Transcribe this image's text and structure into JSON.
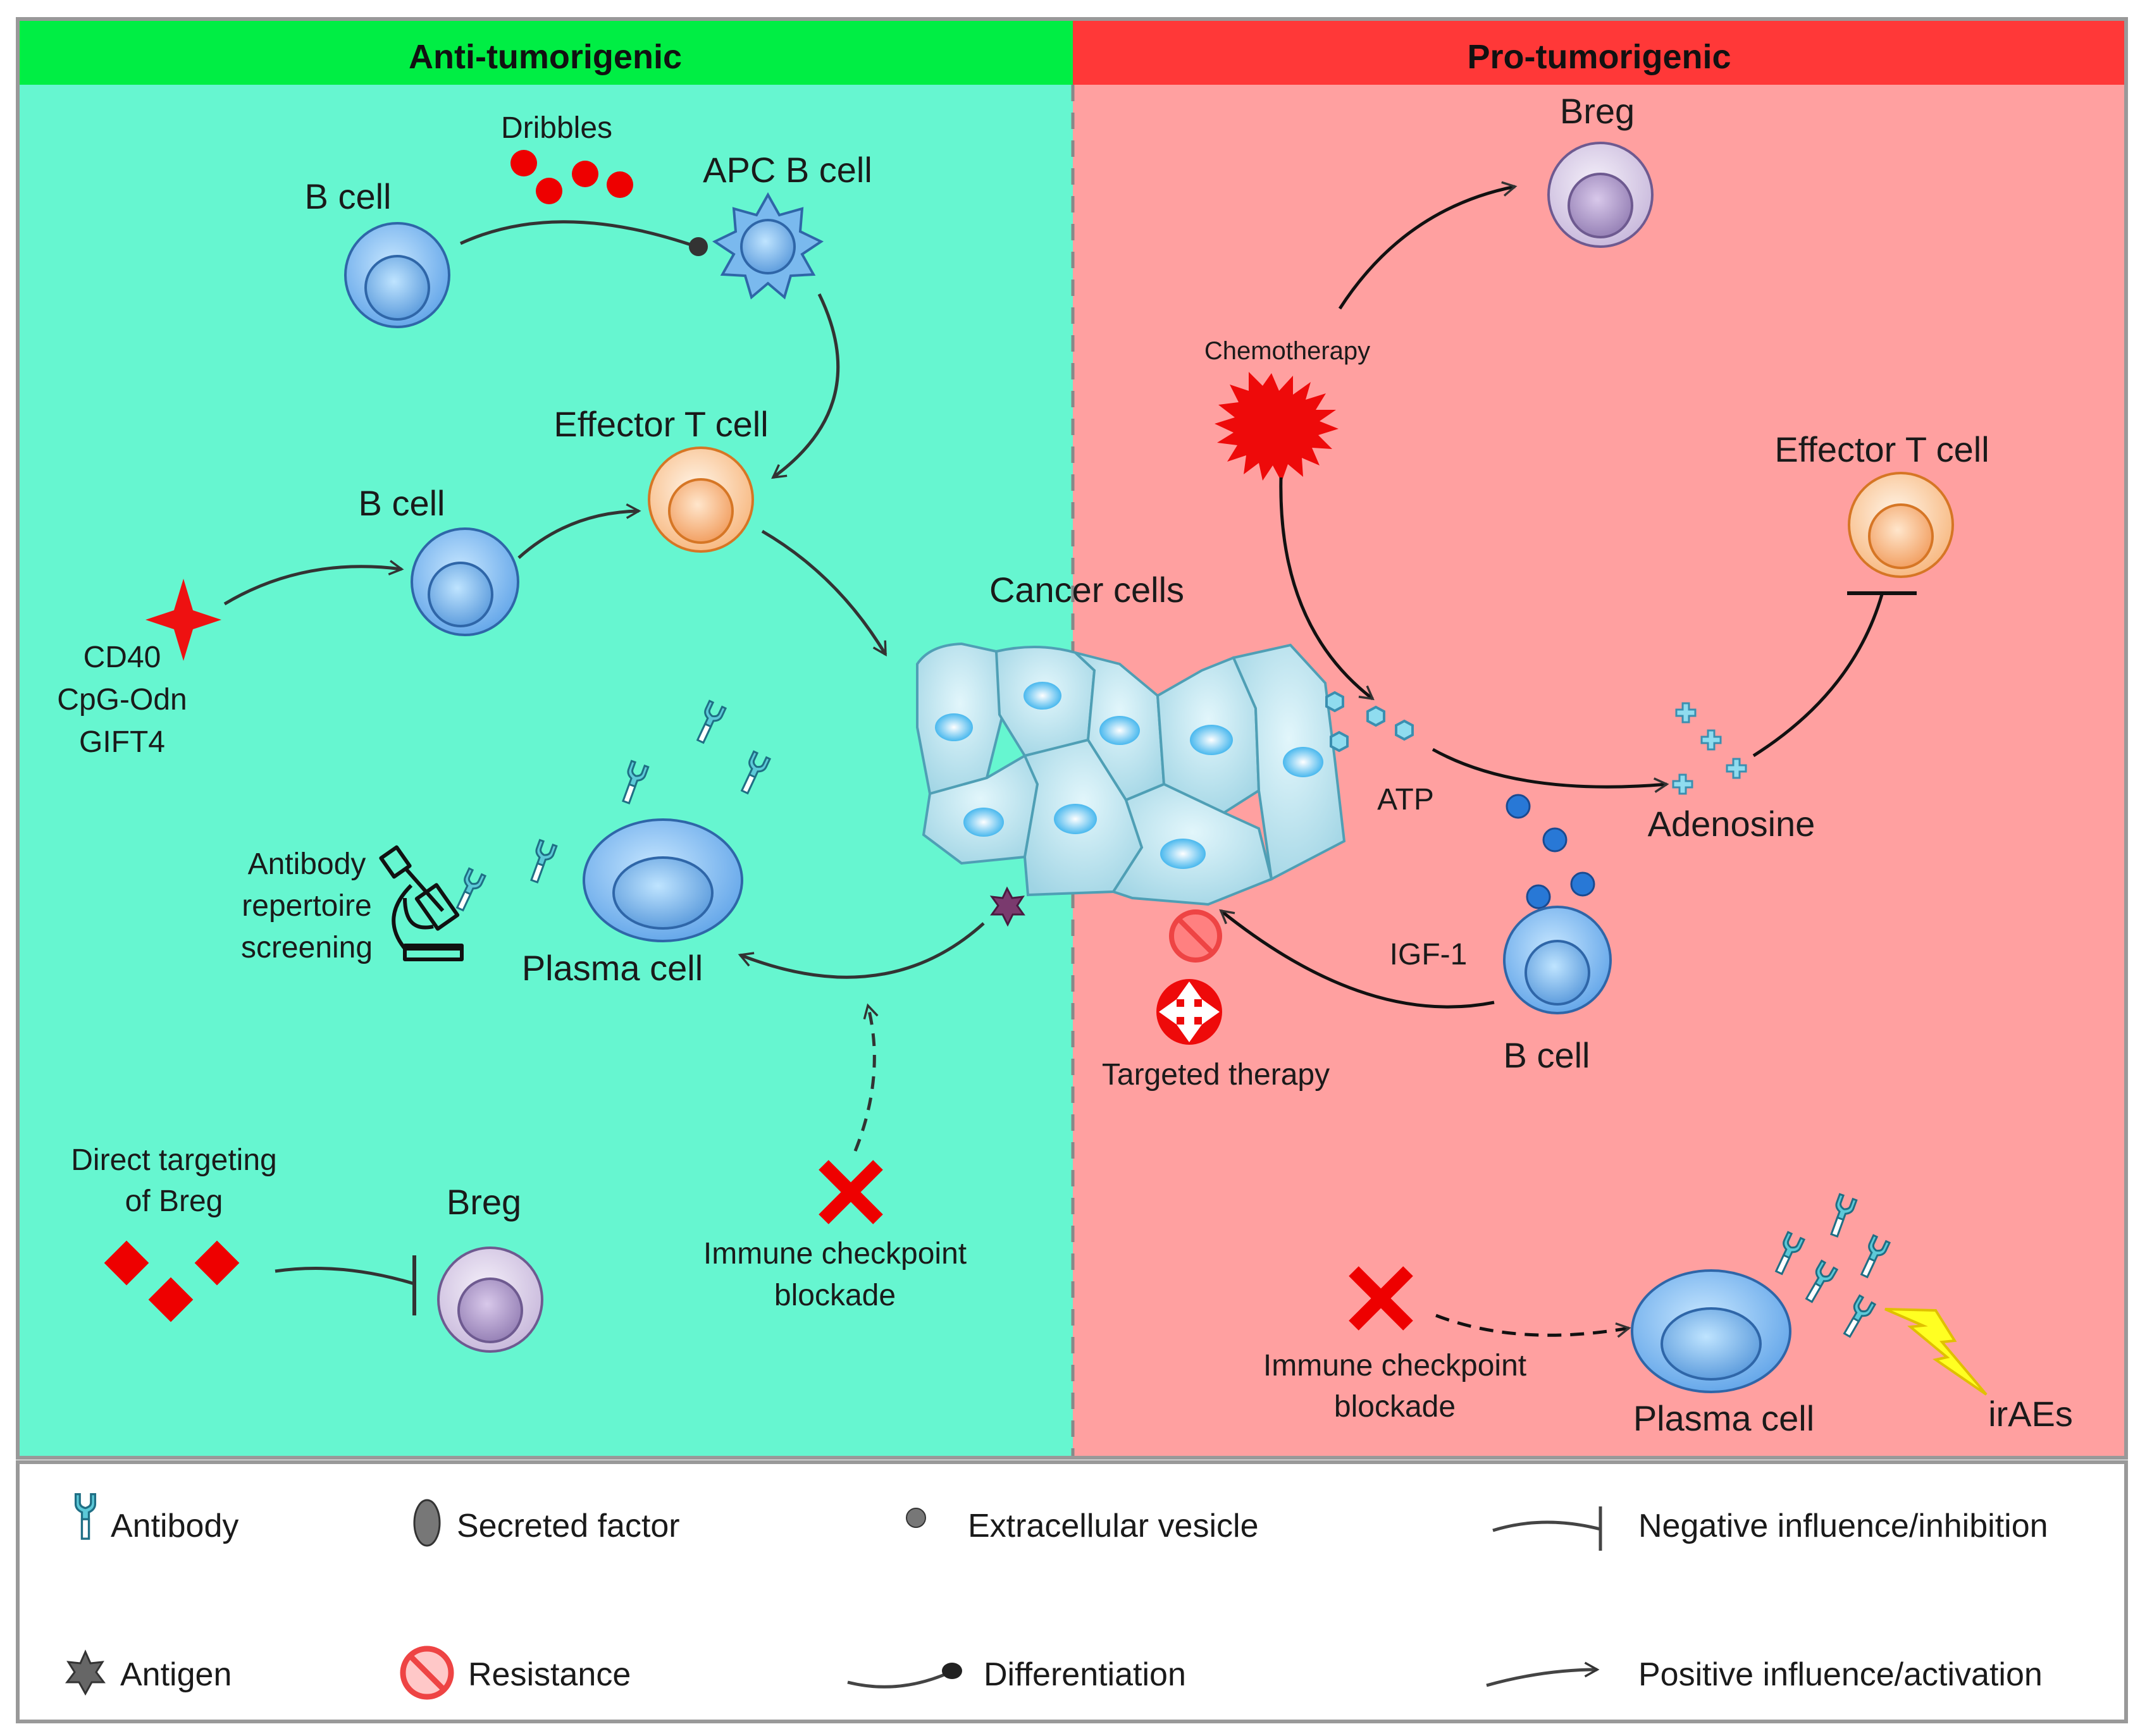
{
  "panels": {
    "anti_title": "Anti-tumorigenic",
    "pro_title": "Pro-tumorigenic"
  },
  "anti": {
    "dribbles": "Dribbles",
    "b_cell_top": "B cell",
    "apc_b_cell": "APC B cell",
    "effector_t_cell": "Effector T cell",
    "b_cell_mid": "B cell",
    "cd40": "CD40",
    "cpg": "CpG-Odn",
    "gift4": "GIFT4",
    "cancer_cells": "Cancer cells",
    "antibody_line1": "Antibody",
    "antibody_line2": "repertoire",
    "antibody_line3": "screening",
    "plasma_cell": "Plasma cell",
    "direct_line1": "Direct targeting",
    "direct_line2": "of Breg",
    "breg": "Breg",
    "icb_line1": "Immune checkpoint",
    "icb_line2": "blockade"
  },
  "pro": {
    "breg": "Breg",
    "chemotherapy": "Chemotherapy",
    "effector_t_cell": "Effector T cell",
    "atp": "ATP",
    "adenosine": "Adenosine",
    "igf1": "IGF-1",
    "b_cell": "B cell",
    "targeted_therapy": "Targeted therapy",
    "icb_line1": "Immune checkpoint",
    "icb_line2": "blockade",
    "plasma_cell": "Plasma cell",
    "iraes": "irAEs"
  },
  "legend": {
    "antibody": "Antibody",
    "secreted_factor": "Secreted factor",
    "extracellular_vesicle": "Extracellular vesicle",
    "negative_influence": "Negative influence/inhibition",
    "antigen": "Antigen",
    "resistance": "Resistance",
    "differentiation": "Differentiation",
    "positive_influence": "Positive influence/activation"
  },
  "colors": {
    "anti_bg": "#66f6d0",
    "anti_header": "#00ee44",
    "pro_bg": "#ffa0a0",
    "pro_header": "#ff3838"
  }
}
